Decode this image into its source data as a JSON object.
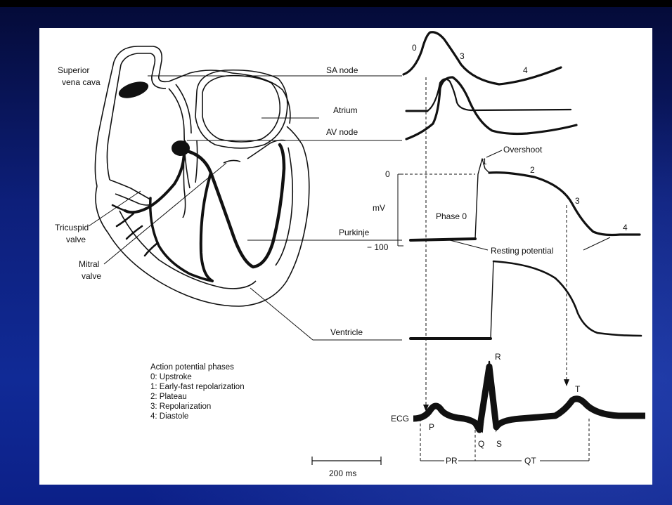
{
  "labels": {
    "superior_vena_cava_line1": "Superior",
    "superior_vena_cava_line2": "vena cava",
    "tricuspid_line1": "Tricuspid",
    "tricuspid_line2": "valve",
    "mitral_line1": "Mitral",
    "mitral_line2": "valve",
    "sa_node": "SA node",
    "atrium": "Atrium",
    "av_node": "AV node",
    "purkinje": "Purkinje",
    "ventricle": "Ventricle",
    "ecg": "ECG",
    "overshoot": "Overshoot",
    "resting_potential": "Resting potential",
    "phase0": "Phase 0",
    "mv": "mV",
    "zero": "0",
    "minus100": "− 100",
    "scale": "200 ms"
  },
  "sa_phase_numbers": [
    "0",
    "3",
    "4"
  ],
  "purkinje_phase_numbers": [
    "1",
    "2",
    "3",
    "4"
  ],
  "ecg_waves": {
    "p": "P",
    "q": "Q",
    "r": "R",
    "s": "S",
    "t": "T",
    "pr": "PR",
    "qt": "QT"
  },
  "legend": {
    "title": "Action potential phases",
    "items": [
      "0: Upstroke",
      "1: Early-fast repolarization",
      "2: Plateau",
      "3: Repolarization",
      "4: Diastole"
    ]
  }
}
